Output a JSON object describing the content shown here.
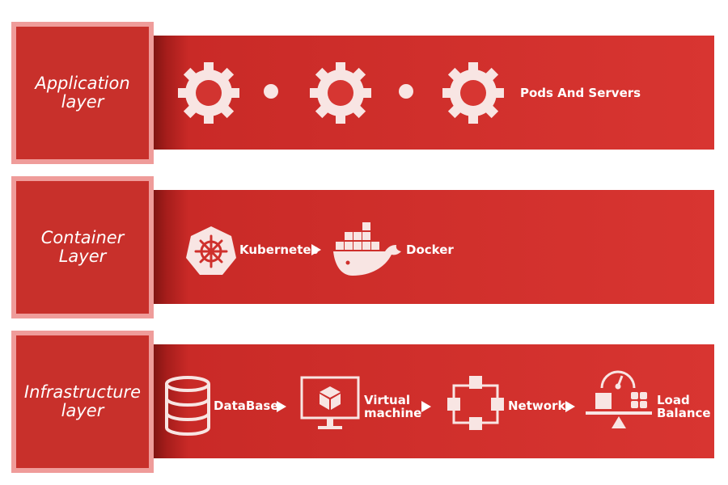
{
  "colors": {
    "band": "#d83531",
    "label_box": "#c8302b",
    "label_border": "#ef9c9a",
    "icon": "#f8e5e3",
    "text": "#ffffff"
  },
  "layers": [
    {
      "label": "Application\nlayer",
      "items": [
        {
          "icon": "gear-icon"
        },
        {
          "icon": "gear-icon"
        },
        {
          "icon": "gear-icon"
        },
        {
          "text": "Pods And Servers"
        }
      ]
    },
    {
      "label": "Container\nLayer",
      "items": [
        {
          "icon": "kubernetes-icon",
          "text": "Kubernetes"
        },
        {
          "icon": "docker-icon",
          "text": "Docker"
        }
      ]
    },
    {
      "label": "Infrastructure\nlayer",
      "items": [
        {
          "icon": "database-icon",
          "text": "DataBase"
        },
        {
          "icon": "virtual-machine-icon",
          "text": "Virtual\nmachine"
        },
        {
          "icon": "network-icon",
          "text": "Network"
        },
        {
          "icon": "load-balance-icon",
          "text": "Load\nBalance"
        }
      ]
    }
  ]
}
